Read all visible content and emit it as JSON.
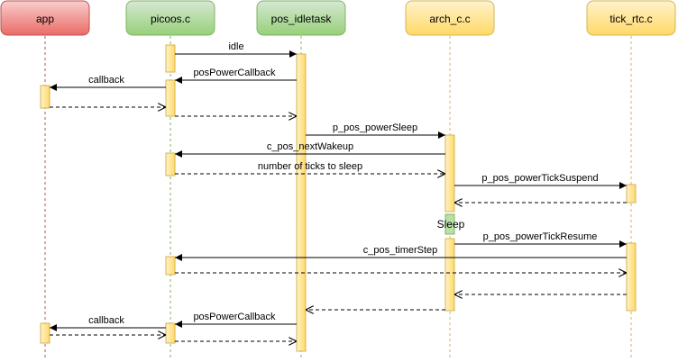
{
  "participants": [
    {
      "id": "app",
      "label": "app",
      "fill": "#f8cecc",
      "stroke": "#b85450"
    },
    {
      "id": "picoos",
      "label": "picoos.c",
      "fill": "#d5e8d4",
      "stroke": "#82b366"
    },
    {
      "id": "idletask",
      "label": "pos_idletask",
      "fill": "#d5e8d4",
      "stroke": "#82b366"
    },
    {
      "id": "arch",
      "label": "arch_c.c",
      "fill": "#fff2cc",
      "stroke": "#d6b656"
    },
    {
      "id": "tick",
      "label": "tick_rtc.c",
      "fill": "#fff2cc",
      "stroke": "#d6b656"
    }
  ],
  "messages": [
    {
      "label": "idle"
    },
    {
      "label": "posPowerCallback"
    },
    {
      "label": "callback"
    },
    {
      "label": ""
    },
    {
      "label": ""
    },
    {
      "label": "p_pos_powerSleep"
    },
    {
      "label": "c_pos_nextWakeup"
    },
    {
      "label": "number of ticks to sleep"
    },
    {
      "label": "p_pos_powerTickSuspend"
    },
    {
      "label": ""
    },
    {
      "label": "p_pos_powerTickResume"
    },
    {
      "label": "c_pos_timerStep"
    },
    {
      "label": ""
    },
    {
      "label": ""
    },
    {
      "label": ""
    },
    {
      "label": "posPowerCallback"
    },
    {
      "label": "callback"
    },
    {
      "label": ""
    },
    {
      "label": ""
    }
  ],
  "sleep_label": "Sleep",
  "colors": {
    "activation_fill": "#ffe599",
    "activation_stroke": "#d6b656",
    "sleep_fill": "#b9e0a5",
    "lifeline_app": "#b85450",
    "lifeline_green": "#82b366",
    "lifeline_yellow": "#d6b656"
  }
}
